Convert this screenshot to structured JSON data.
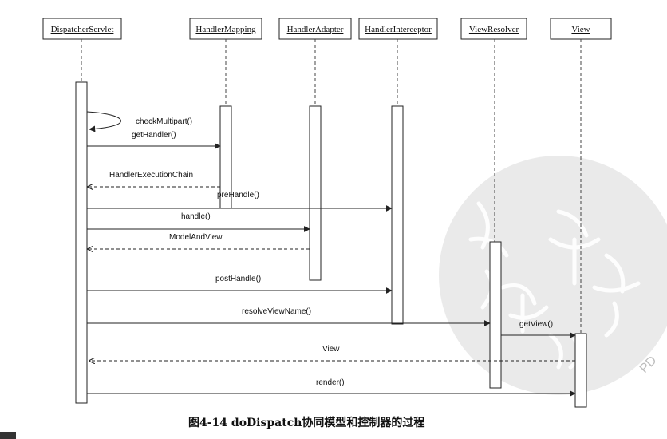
{
  "actors": [
    {
      "id": "dispatcher",
      "label": "DispatcherServlet"
    },
    {
      "id": "mapping",
      "label": "HandlerMapping"
    },
    {
      "id": "adapter",
      "label": "HandlerAdapter"
    },
    {
      "id": "interceptor",
      "label": "HandlerInterceptor"
    },
    {
      "id": "resolver",
      "label": "ViewResolver"
    },
    {
      "id": "view",
      "label": "View"
    }
  ],
  "messages": [
    {
      "id": "checkMultipart",
      "label": "checkMultipart()",
      "from": "dispatcher",
      "to": "dispatcher",
      "kind": "self"
    },
    {
      "id": "getHandler",
      "label": "getHandler()",
      "from": "dispatcher",
      "to": "mapping",
      "kind": "call"
    },
    {
      "id": "handlerExecutionChain",
      "label": "HandlerExecutionChain",
      "from": "mapping",
      "to": "dispatcher",
      "kind": "return"
    },
    {
      "id": "preHandle",
      "label": "preHandle()",
      "from": "dispatcher",
      "to": "interceptor",
      "kind": "call"
    },
    {
      "id": "handle",
      "label": "handle()",
      "from": "dispatcher",
      "to": "adapter",
      "kind": "call"
    },
    {
      "id": "modelAndView",
      "label": "ModelAndView",
      "from": "adapter",
      "to": "dispatcher",
      "kind": "return"
    },
    {
      "id": "postHandle",
      "label": "postHandle()",
      "from": "dispatcher",
      "to": "interceptor",
      "kind": "call"
    },
    {
      "id": "resolveViewName",
      "label": "resolveViewName()",
      "from": "dispatcher",
      "to": "resolver",
      "kind": "call"
    },
    {
      "id": "getView",
      "label": "getView()",
      "from": "resolver",
      "to": "view",
      "kind": "call"
    },
    {
      "id": "viewReturn",
      "label": "View",
      "from": "view",
      "to": "dispatcher",
      "kind": "return"
    },
    {
      "id": "render",
      "label": "render()",
      "from": "dispatcher",
      "to": "view",
      "kind": "call"
    }
  ],
  "caption": "图4-14 doDispatch协同模型和控制器的过程",
  "watermark": {
    "text": "PD"
  }
}
